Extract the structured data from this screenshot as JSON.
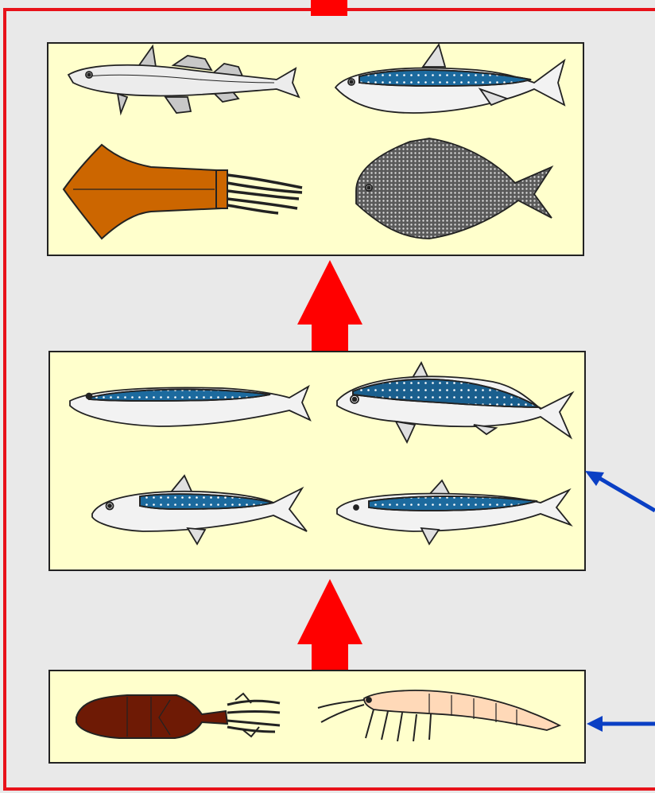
{
  "title_fragment": "y p",
  "colors": {
    "background": "#e9e9e9",
    "outer_frame": "#e8121a",
    "panel_fill": "#ffffcc",
    "up_arrow": "#ff0000",
    "side_arrow": "#0a3fc4",
    "title_band": "#000000"
  },
  "panels": [
    {
      "name": "top-panel",
      "organisms": [
        "cod-fish",
        "bluefish",
        "squid",
        "moonfish"
      ]
    },
    {
      "name": "middle-panel",
      "organisms": [
        "saury",
        "mackerel",
        "sardine",
        "anchovy"
      ]
    },
    {
      "name": "bottom-panel",
      "organisms": [
        "small-squid",
        "shrimp"
      ]
    }
  ]
}
